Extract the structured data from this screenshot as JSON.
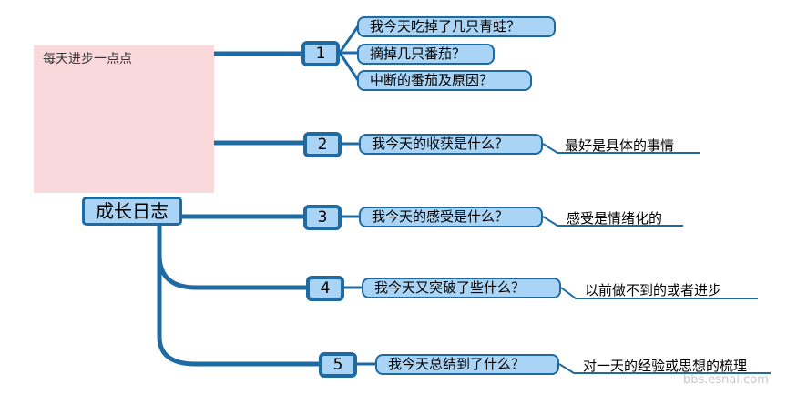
{
  "root": {
    "label": "成长日志"
  },
  "image": {
    "caption": "每天进步一点点"
  },
  "branches": [
    {
      "number": "1",
      "items": [
        "我今天吃掉了几只青蛙？",
        "摘掉几只番茄？",
        "中断的番茄及原因？"
      ]
    },
    {
      "number": "2",
      "items": [
        "我今天的收获是什么？"
      ],
      "note": "最好是具体的事情"
    },
    {
      "number": "3",
      "items": [
        "我今天的感受是什么？"
      ],
      "note": "感受是情绪化的"
    },
    {
      "number": "4",
      "items": [
        "我今天又突破了些什么？"
      ],
      "note": "以前做不到的或者进步"
    },
    {
      "number": "5",
      "items": [
        "我今天总结到了什么？"
      ],
      "note": "对一天的经验或思想的梳理"
    }
  ],
  "watermark": "bbs.esnai.com",
  "colors": {
    "line": "#1e6aa3",
    "fill": "#aad4f5"
  }
}
